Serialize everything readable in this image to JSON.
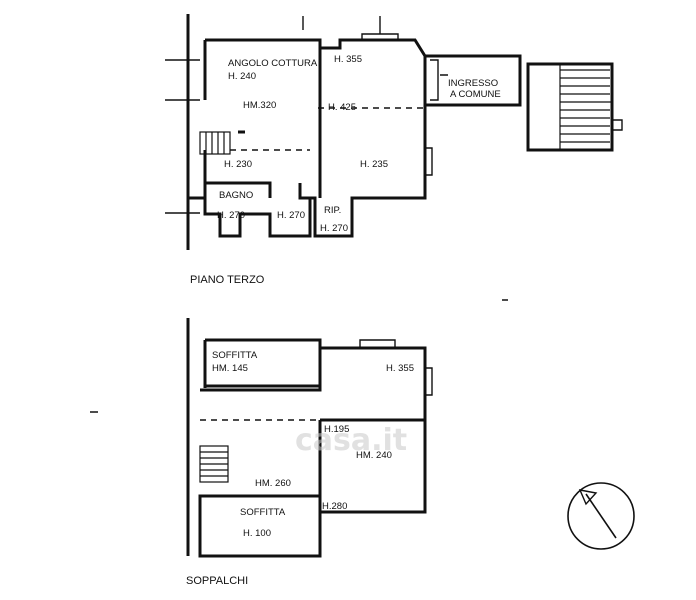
{
  "watermark": "casa.it",
  "floors": {
    "piano_terzo": {
      "title": "PIANO TERZO",
      "rooms": {
        "angolo_cottura": "ANGOLO COTTURA",
        "h240": "H. 240",
        "h355": "H. 355",
        "ingresso": "INGRESSO",
        "a_comune": "A COMUNE",
        "hm320": "HM.320",
        "h425": "H. 425",
        "h230": "H. 230",
        "h235": "H. 235",
        "bagno": "BAGNO",
        "h270_bagno": "H. 270",
        "h270_corr": "H. 270",
        "rip": "RIP.",
        "h270_rip": "H. 270"
      }
    },
    "soppalchi": {
      "title": "SOPPALCHI",
      "rooms": {
        "soffitta_top": "SOFFITTA",
        "hm145": "HM. 145",
        "h355": "H. 355",
        "h195": "H.195",
        "hm240": "HM. 240",
        "hm260": "HM. 260",
        "h280": "H.280",
        "soffitta_bottom": "SOFFITTA",
        "h100": "H. 100"
      }
    }
  },
  "compass": {
    "icon": "north-arrow-icon"
  }
}
